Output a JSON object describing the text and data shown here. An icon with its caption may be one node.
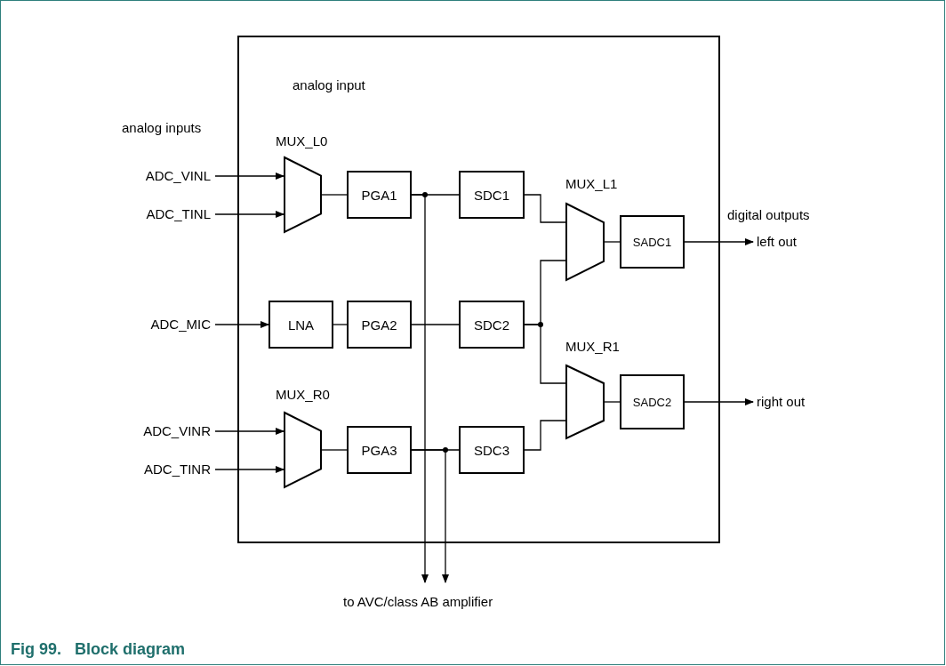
{
  "diagram": {
    "caption": "Fig 99.   Block diagram",
    "nodes": [
      {
        "text": [
          "analog input"
        ]
      },
      {
        "text": [
          "MUX_L0"
        ],
        "in": 0
      },
      {
        "text": [
          "PGA1"
        ],
        "in": 0
      },
      {
        "text": [
          "SDC1"
        ],
        "in": 0
      },
      {
        "text": [
          "MUX_L1"
        ],
        "in": 0
      },
      {
        "text": [
          "SADC1"
        ],
        "in": 0
      },
      {
        "text": [
          "LNA"
        ],
        "in": 0
      },
      {
        "text": [
          "PGA2"
        ],
        "in": 0
      },
      {
        "text": [
          "SDC2"
        ],
        "in": 0
      },
      {
        "text": [
          "MUX_R0"
        ],
        "in": 0
      },
      {
        "text": [
          "PGA3"
        ],
        "in": 0
      },
      {
        "text": [
          "SDC3"
        ],
        "in": 0
      },
      {
        "text": [
          "MUX_R1"
        ],
        "in": 0
      },
      {
        "text": [
          "SADC2"
        ],
        "in": 0
      },
      {
        "text": [
          "ADC_VINL"
        ]
      },
      {
        "text": [
          "ADC_TINL"
        ]
      },
      {
        "text": [
          "ADC_MIC"
        ]
      },
      {
        "text": [
          "ADC_VINR"
        ]
      },
      {
        "text": [
          "ADC_TINR"
        ]
      },
      {
        "text": [
          "left out"
        ]
      },
      {
        "text": [
          "right out"
        ]
      },
      {
        "text": [
          "to AVC/class AB amplifier"
        ]
      }
    ],
    "edges": [
      {
        "from": 14,
        "to": 1,
        "arrow": "to"
      },
      {
        "from": 15,
        "to": 1,
        "arrow": "to"
      },
      {
        "from": 1,
        "to": 2,
        "arrow": "none"
      },
      {
        "from": 2,
        "to": 3,
        "arrow": "none"
      },
      {
        "from": 2,
        "to": 21,
        "arrow": "to"
      },
      {
        "from": 3,
        "to": 4,
        "arrow": "none"
      },
      {
        "from": 4,
        "to": 5,
        "arrow": "none"
      },
      {
        "from": 5,
        "to": 19,
        "arrow": "to"
      },
      {
        "from": 16,
        "to": 6,
        "arrow": "to"
      },
      {
        "from": 6,
        "to": 7,
        "arrow": "none"
      },
      {
        "from": 7,
        "to": 8,
        "arrow": "none"
      },
      {
        "from": 8,
        "to": 4,
        "arrow": "none"
      },
      {
        "from": 8,
        "to": 12,
        "arrow": "none"
      },
      {
        "from": 17,
        "to": 9,
        "arrow": "to"
      },
      {
        "from": 18,
        "to": 9,
        "arrow": "to"
      },
      {
        "from": 9,
        "to": 10,
        "arrow": "none"
      },
      {
        "from": 10,
        "to": 11,
        "arrow": "none"
      },
      {
        "from": 10,
        "to": 21,
        "arrow": "to"
      },
      {
        "from": 11,
        "to": 12,
        "arrow": "none"
      },
      {
        "from": 12,
        "to": 13,
        "arrow": "none"
      },
      {
        "from": 13,
        "to": 20,
        "arrow": "to"
      }
    ],
    "labels": [
      "analog inputs",
      "digital outputs"
    ]
  }
}
